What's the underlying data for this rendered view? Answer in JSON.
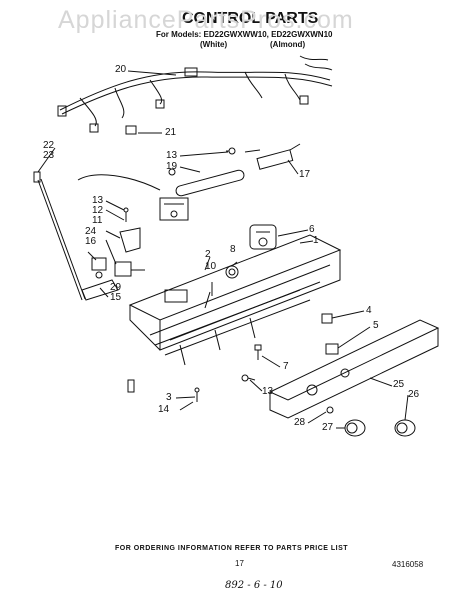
{
  "watermark": "AppliancePartsPros.com",
  "header": {
    "title": "CONTROL PARTS",
    "models": "For Models: ED22GWXWW10, ED22GWXWN10",
    "variants": [
      "(White)",
      "(Almond)"
    ]
  },
  "callouts": [
    {
      "id": "c20",
      "text": "20"
    },
    {
      "id": "c21",
      "text": "21"
    },
    {
      "id": "c22",
      "text": "22"
    },
    {
      "id": "c23",
      "text": "23"
    },
    {
      "id": "c13a",
      "text": "13"
    },
    {
      "id": "c19",
      "text": "19"
    },
    {
      "id": "c17",
      "text": "17"
    },
    {
      "id": "c13b",
      "text": "13"
    },
    {
      "id": "c12",
      "text": "12"
    },
    {
      "id": "c11",
      "text": "11"
    },
    {
      "id": "c24",
      "text": "24"
    },
    {
      "id": "c16",
      "text": "16"
    },
    {
      "id": "c29",
      "text": "29"
    },
    {
      "id": "c15",
      "text": "15"
    },
    {
      "id": "c2",
      "text": "2"
    },
    {
      "id": "c10",
      "text": "10"
    },
    {
      "id": "c8",
      "text": "8"
    },
    {
      "id": "c6",
      "text": "6"
    },
    {
      "id": "c1",
      "text": "1"
    },
    {
      "id": "c4",
      "text": "4"
    },
    {
      "id": "c5",
      "text": "5"
    },
    {
      "id": "c7",
      "text": "7"
    },
    {
      "id": "c3",
      "text": "3"
    },
    {
      "id": "c14",
      "text": "14"
    },
    {
      "id": "c13c",
      "text": "13"
    },
    {
      "id": "c25",
      "text": "25"
    },
    {
      "id": "c26",
      "text": "26"
    },
    {
      "id": "c28",
      "text": "28"
    },
    {
      "id": "c27",
      "text": "27"
    }
  ],
  "footer": {
    "note": "FOR ORDERING INFORMATION REFER TO PARTS PRICE LIST",
    "page": "17",
    "doc_code": "4316058",
    "handwritten": "892 - 6 - 10"
  }
}
